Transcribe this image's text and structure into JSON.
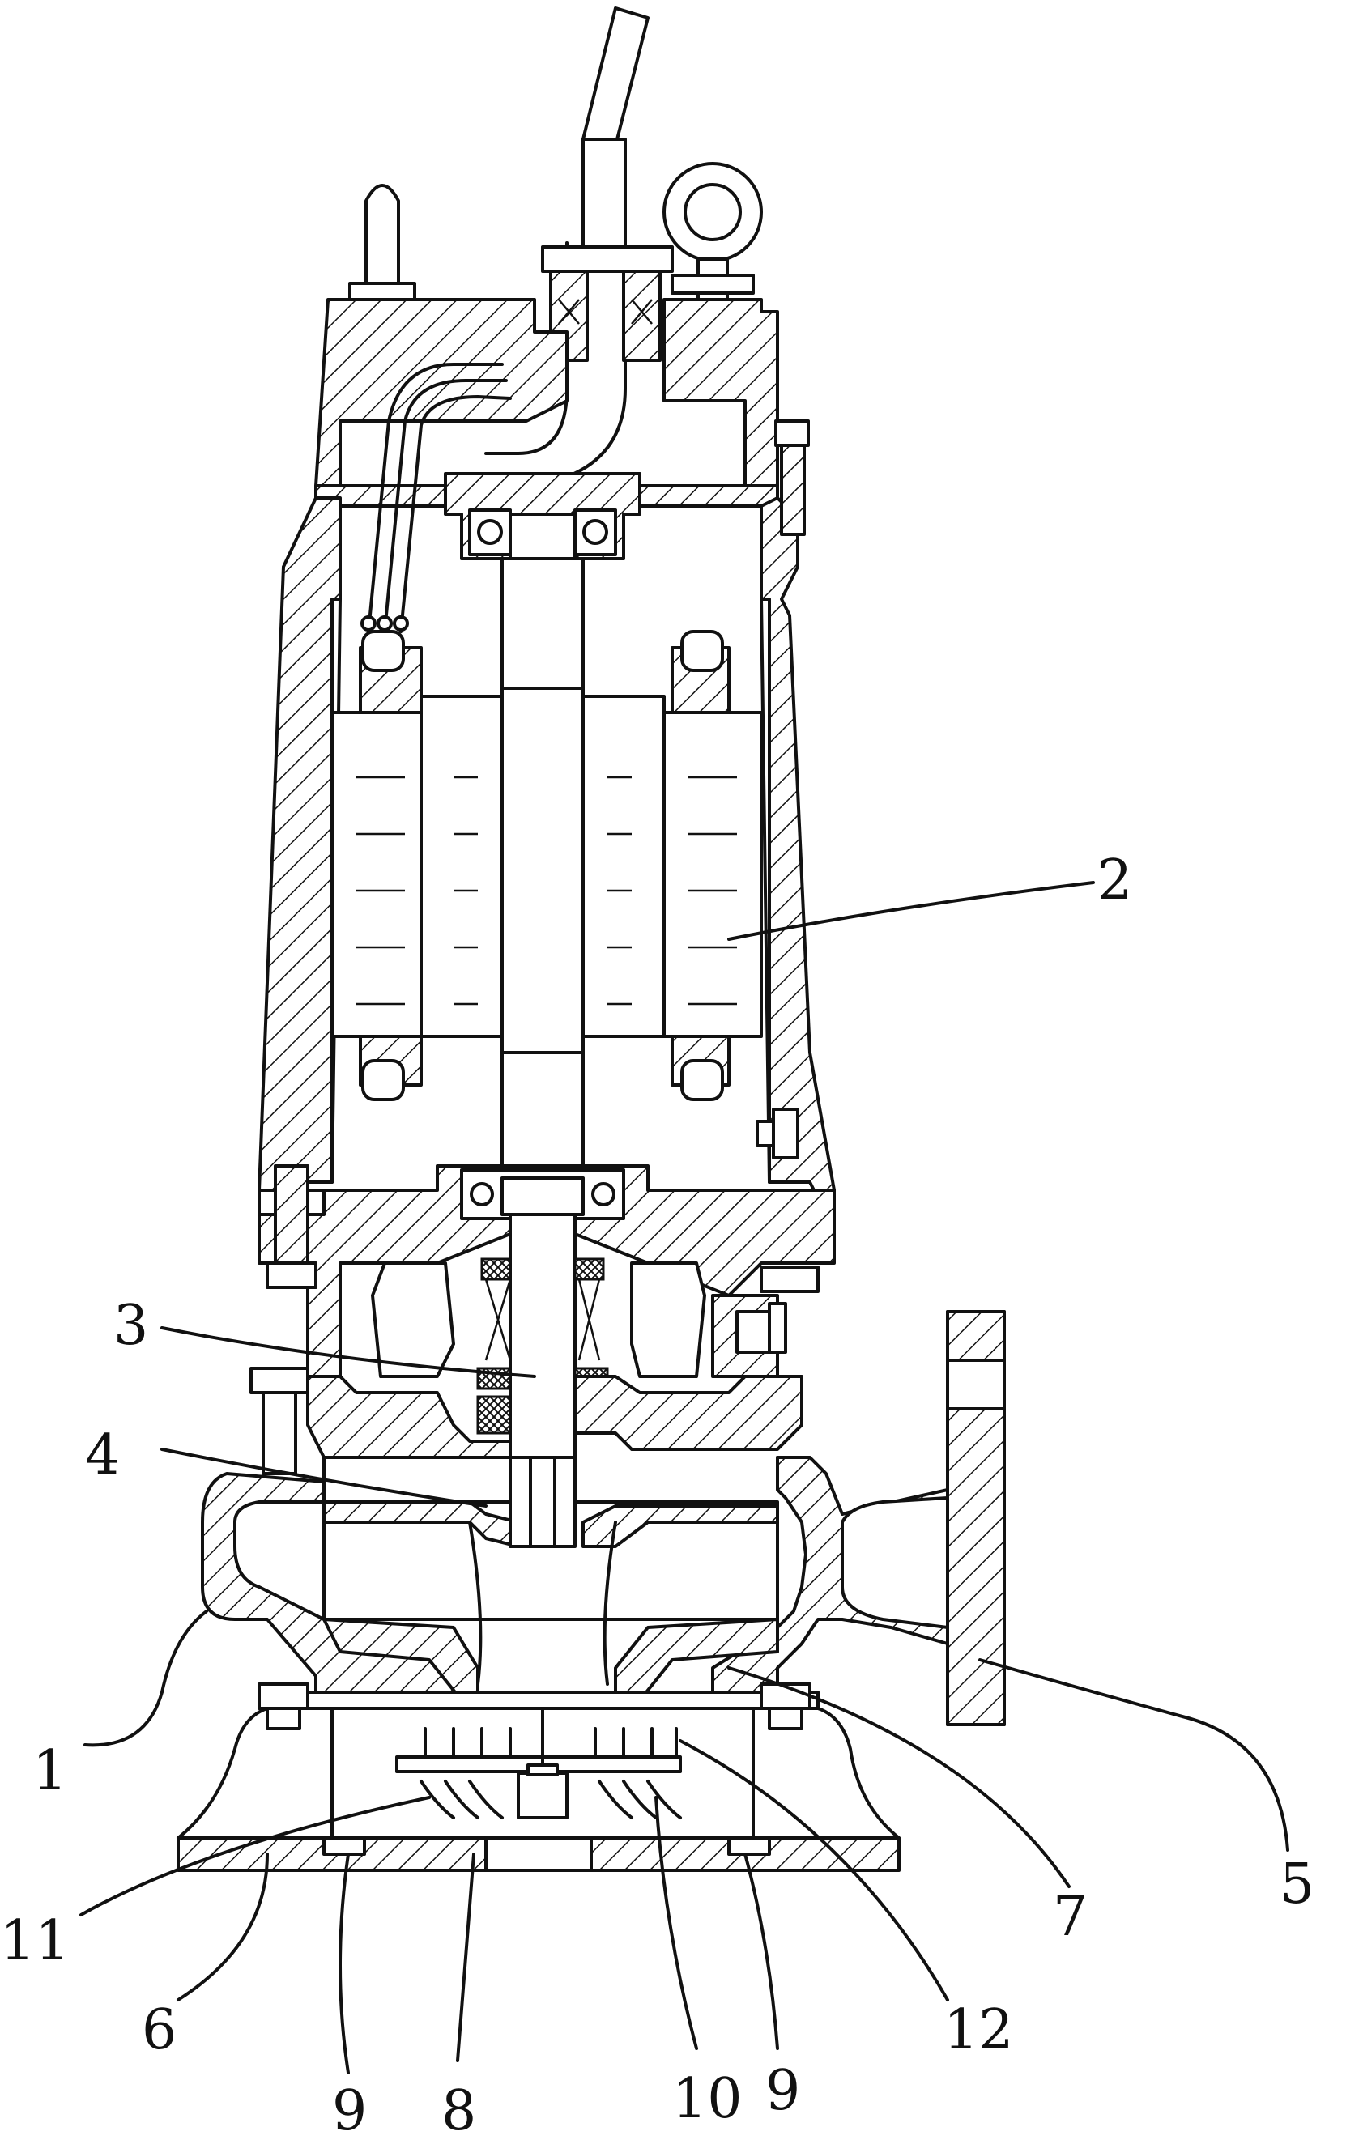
{
  "labels": {
    "l1": "1",
    "l2": "2",
    "l3": "3",
    "l4": "4",
    "l5": "5",
    "l6": "6",
    "l7": "7",
    "l8": "8",
    "l9a": "9",
    "l9b": "9",
    "l10": "10",
    "l11": "11",
    "l12": "12"
  }
}
